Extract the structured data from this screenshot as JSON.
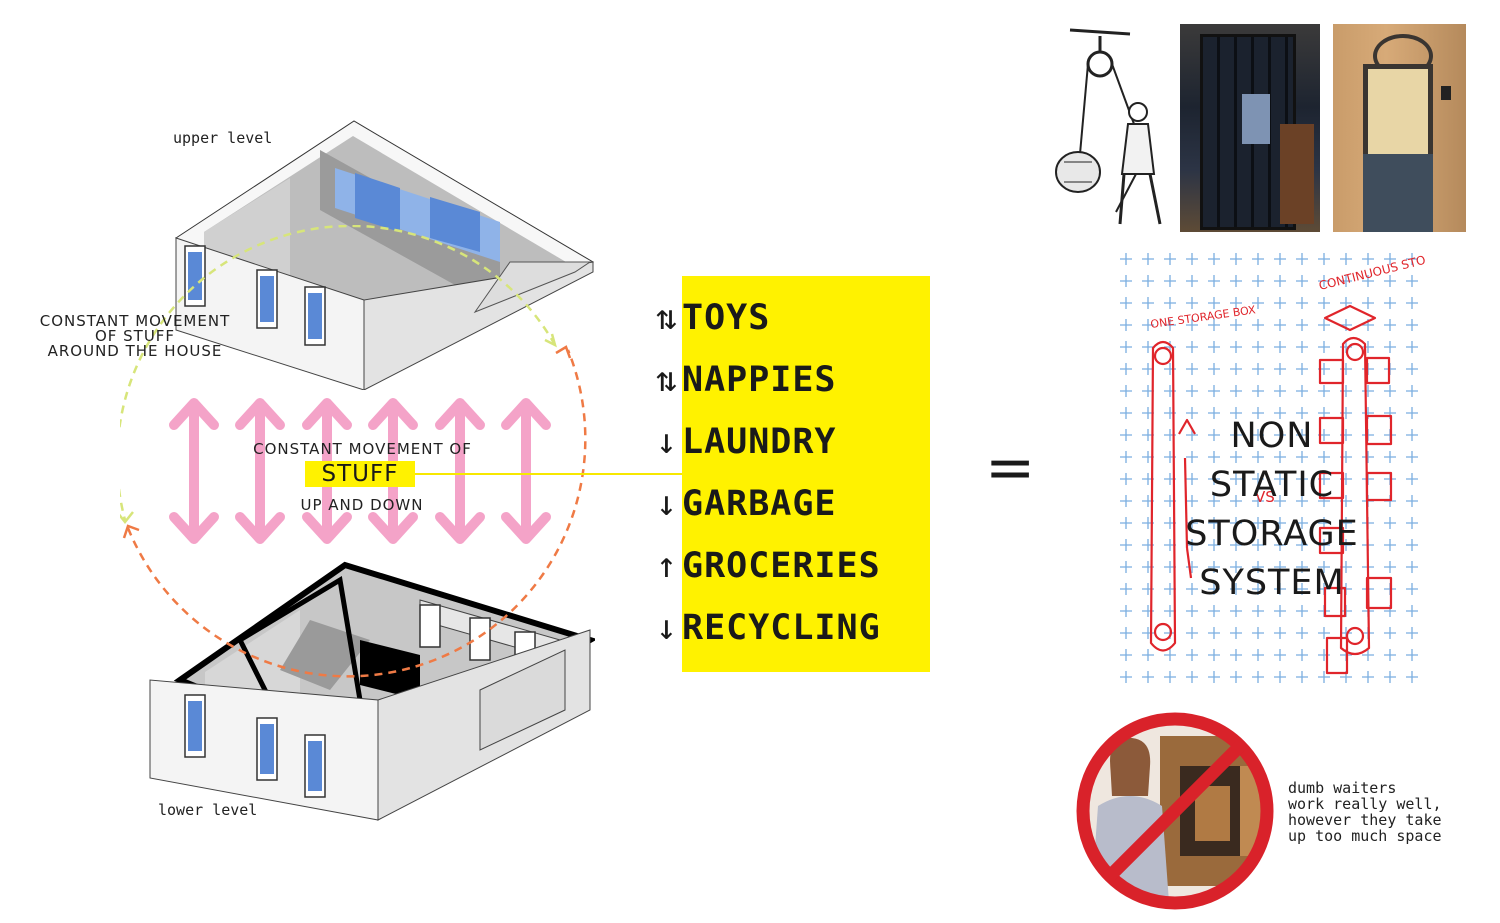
{
  "labels": {
    "upper_level": "upper level",
    "lower_level": "lower level",
    "movement_around": [
      "CONSTANT MOVEMENT",
      "OF STUFF",
      "AROUND THE HOUSE"
    ],
    "movement_updown_top": "CONSTANT MOVEMENT OF",
    "stuff": "STUFF",
    "movement_updown_bottom": "UP AND DOWN"
  },
  "items": [
    {
      "arrow": "⇅",
      "label": "TOYS"
    },
    {
      "arrow": "⇅",
      "label": "NAPPIES"
    },
    {
      "arrow": "↓",
      "label": "LAUNDRY"
    },
    {
      "arrow": "↓",
      "label": "GARBAGE"
    },
    {
      "arrow": "↑",
      "label": "GROCERIES"
    },
    {
      "arrow": "↓",
      "label": "RECYCLING"
    }
  ],
  "equals": "=",
  "sketch": {
    "title_lines": [
      "NON",
      "STATIC",
      "STORAGE",
      "SYSTEM"
    ],
    "handwritten": {
      "continuous_storage": "CONTINUOUS STORAGE",
      "one_storage_box": "ONE STORAGE BOX",
      "vs": "VS"
    }
  },
  "note": [
    "dumb waiters",
    "work really well,",
    "however they take",
    "up too much space"
  ],
  "colors": {
    "highlight": "#fff200",
    "pink_arrows": "#f4a3c8",
    "circle_green": "#d7e57a",
    "circle_orange": "#ef7a45",
    "red_sketch": "#e0252b",
    "no_sign": "#d9222a",
    "grid_blue": "#7aaee0"
  }
}
